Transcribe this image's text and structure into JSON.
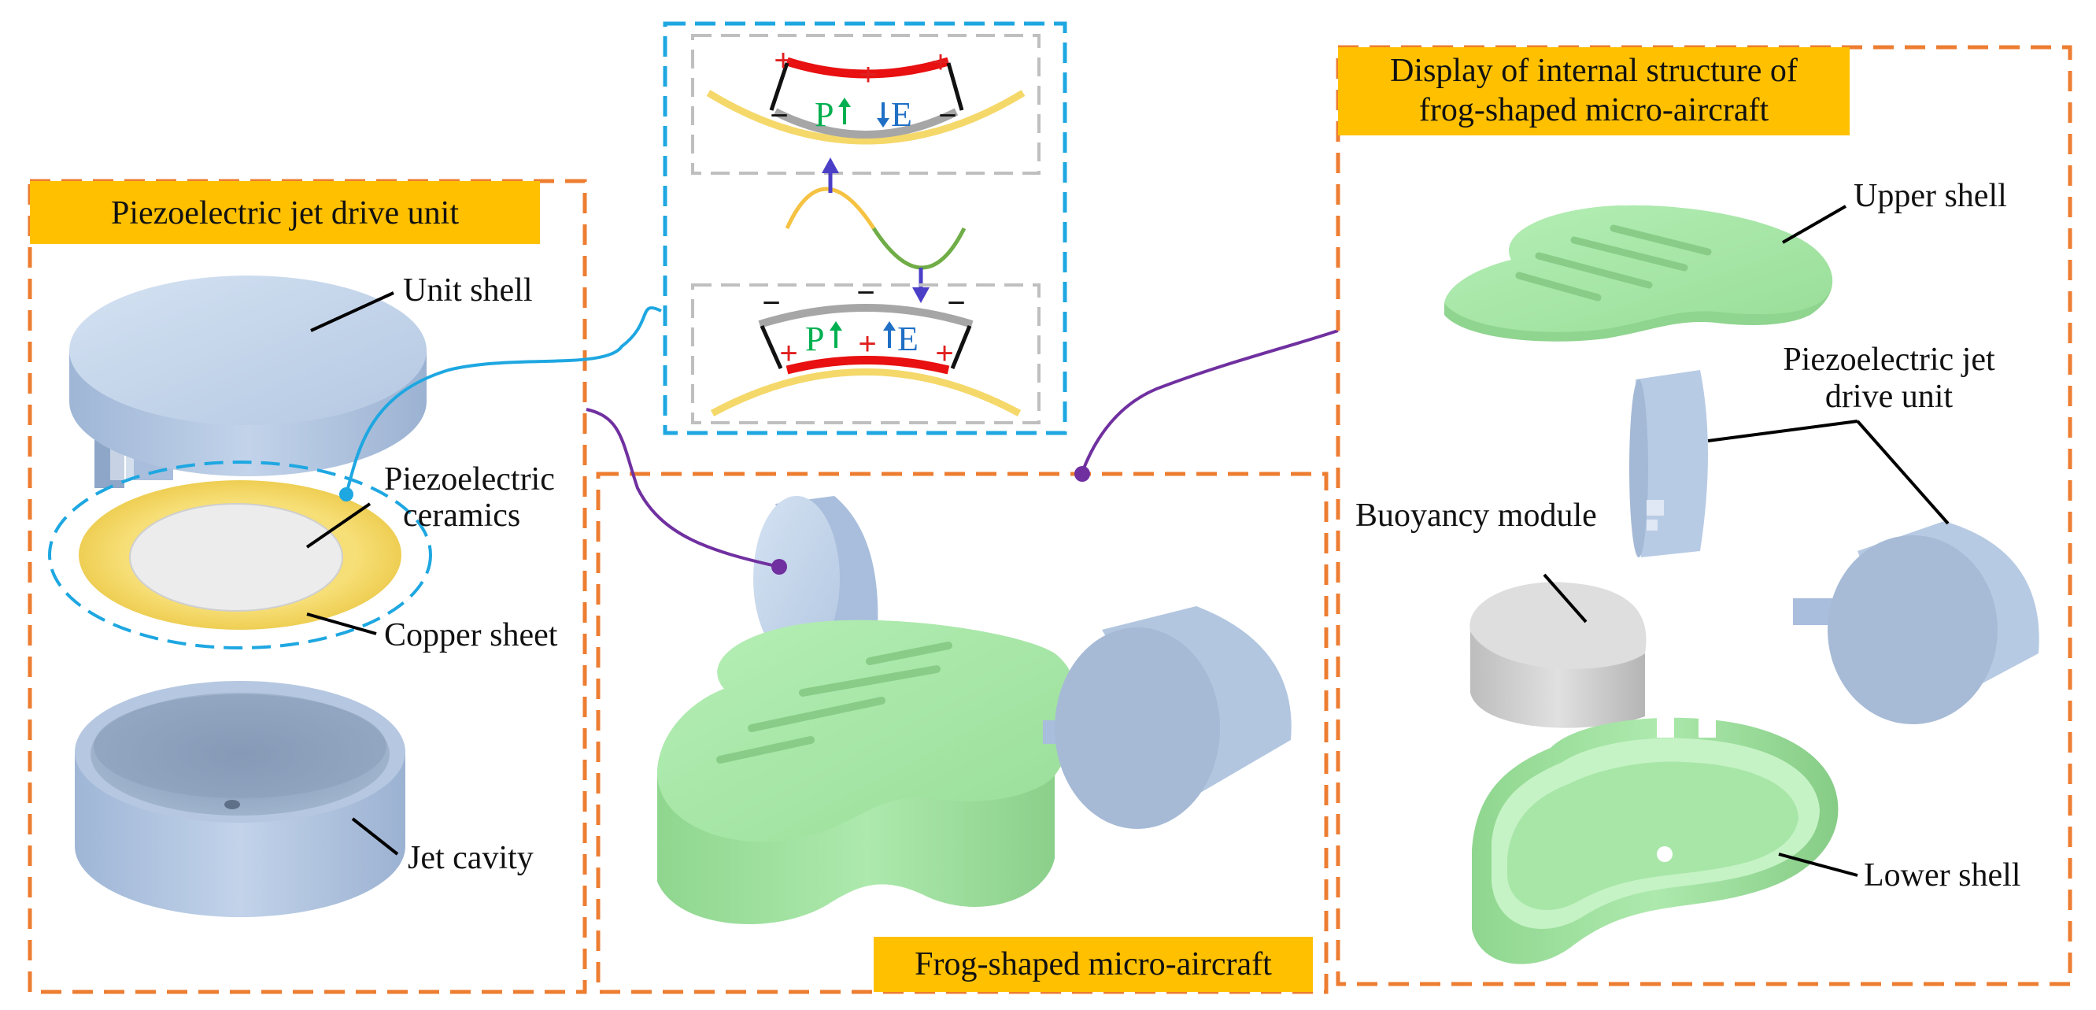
{
  "panels": {
    "drive_unit": {
      "title": "Piezoelectric jet drive unit",
      "labels": {
        "unit_shell": "Unit shell",
        "ceramics_line1": "Piezoelectric",
        "ceramics_line2": "ceramics",
        "copper_sheet": "Copper sheet",
        "jet_cavity": "Jet cavity"
      }
    },
    "principle": {
      "top": {
        "p": "P",
        "e": "E"
      },
      "bottom": {
        "p": "P",
        "e": "E"
      },
      "plus": "+",
      "minus": "−"
    },
    "aircraft": {
      "title": "Frog-shaped micro-aircraft"
    },
    "internal": {
      "title_line1": "Display of internal structure of",
      "title_line2": "frog-shaped micro-aircraft",
      "labels": {
        "upper_shell": "Upper shell",
        "drive_line1": "Piezoelectric jet",
        "drive_line2": "drive unit",
        "buoyancy": "Buoyancy module",
        "lower_shell": "Lower shell"
      }
    }
  },
  "colors": {
    "orange_dash": "#ed7d31",
    "title_fill": "#ffc000",
    "blue_dash": "#1ea7e1",
    "gray_dash": "#bfbfbf",
    "blue_part": "#b8cce4",
    "green_part": "#a9e8a9",
    "copper": "#f5d86a",
    "ceramic": "#eeeeee",
    "red_electrode": "#e81010",
    "purple_line": "#7030a0",
    "arrow_blue": "#4b3fc7",
    "p_green": "#00b050",
    "e_blue": "#1f6fc5"
  }
}
